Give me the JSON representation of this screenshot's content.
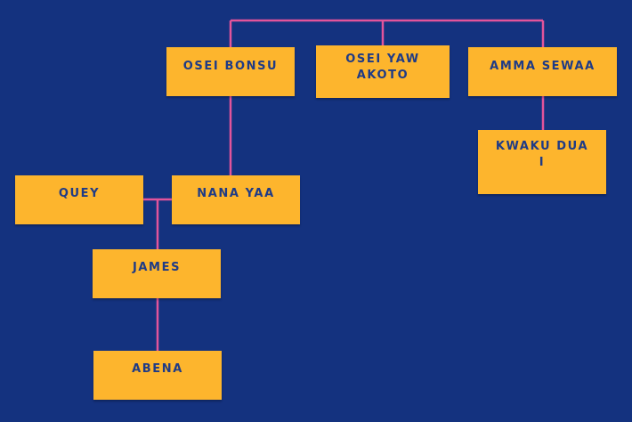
{
  "tree": {
    "colors": {
      "background": "#14327f",
      "node_fill": "#fdb52d",
      "node_text": "#1f3b86",
      "connector": "#e2549b"
    },
    "nodes": {
      "osei_bonsu": "OSEI BONSU",
      "osei_yaw_akoto": "OSEI YAW\nAKOTO",
      "amma_sewaa": "AMMA SEWAA",
      "kwaku_dua": "KWAKU DUA\nI",
      "quey": "QUEY",
      "nana_yaa": "NANA YAA",
      "james": "JAMES",
      "abena": "ABENA"
    }
  }
}
